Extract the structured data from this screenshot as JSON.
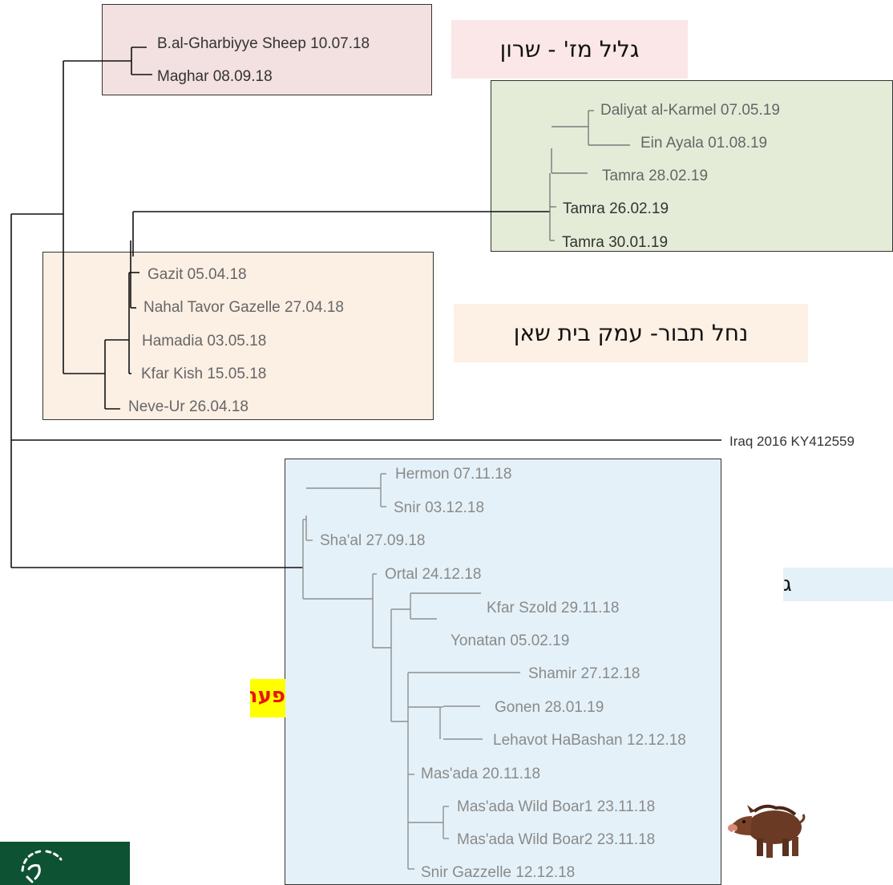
{
  "groups": {
    "sharon": {
      "label": "גליל מז' - שרון",
      "color": "#f3e0e0"
    },
    "tavor": {
      "label": "נחל תבור- עמק בית שאן",
      "color": "#fcefe4"
    },
    "golan": {
      "label": "ג",
      "color": "#e4f1f8"
    },
    "north": {
      "color": "#e4ecd8"
    }
  },
  "banner": {
    "text": "פערים בזמן, בג",
    "text_color": "#e8150d",
    "bg_color": "#ffff00"
  },
  "leaves": {
    "bal_gharbiyye": "B.al-Gharbiyye Sheep 10.07.18",
    "maghar": "Maghar 08.09.18",
    "daliyat": "Daliyat al-Karmel 07.05.19",
    "ein_ayala": "Ein Ayala 01.08.19",
    "tamra_28": "Tamra 28.02.19",
    "tamra_26": "Tamra 26.02.19",
    "tamra_30": "Tamra 30.01.19",
    "gazit": "Gazit 05.04.18",
    "nahal_tavor": "Nahal Tavor Gazelle 27.04.18",
    "hamadia": "Hamadia 03.05.18",
    "kfar_kish": "Kfar Kish 15.05.18",
    "neve_ur": "Neve-Ur 26.04.18",
    "iraq": "Iraq 2016 KY412559",
    "hermon": "Hermon 07.11.18",
    "snir": "Snir 03.12.18",
    "shaal": "Sha'al 27.09.18",
    "ortal": "Ortal 24.12.18",
    "kfar_szold": "Kfar Szold  29.11.18",
    "yonatan": "Yonatan 05.02.19",
    "shamir": "Shamir 27.12.18",
    "gonen": "Gonen 28.01.19",
    "lehavot": "Lehavot HaBashan 12.12.18",
    "masada": "Mas'ada 20.11.18",
    "masada_boar1": "Mas'ada Wild Boar1 23.11.18",
    "masada_boar2": "Mas'ada Wild Boar2 23.11.18",
    "snir_gazelle": "Snir Gazzelle 12.12.18"
  },
  "icons": {
    "boar": "wild-boar-icon",
    "logo": "organization-logo"
  }
}
